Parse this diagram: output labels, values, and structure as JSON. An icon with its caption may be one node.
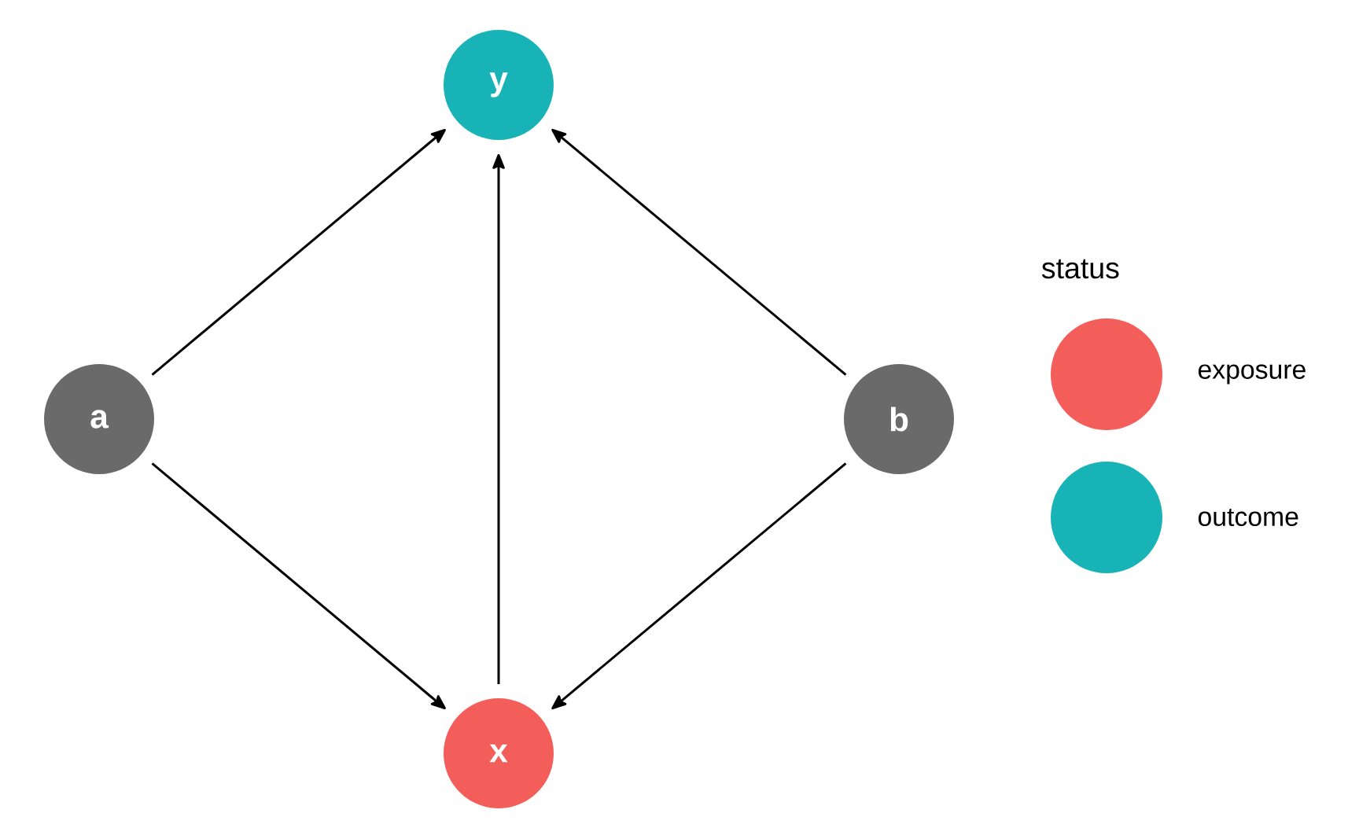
{
  "diagram": {
    "nodes": [
      {
        "text": [
          "y"
        ]
      },
      {
        "text": [
          "a"
        ]
      },
      {
        "text": [
          "b"
        ]
      },
      {
        "text": [
          "x"
        ]
      }
    ],
    "edges": [
      {
        "from": 1,
        "to": 0,
        "arrow": "to"
      },
      {
        "from": 3,
        "to": 0,
        "arrow": "to"
      },
      {
        "from": 2,
        "to": 0,
        "arrow": "to"
      },
      {
        "from": 1,
        "to": 3,
        "arrow": "to"
      },
      {
        "from": 2,
        "to": 3,
        "arrow": "to"
      }
    ],
    "labels": [
      "status"
    ],
    "legend": [
      {
        "text": "exposure",
        "color": "#f35e5a"
      },
      {
        "text": "outcome",
        "color": "#17b3b7"
      }
    ]
  }
}
